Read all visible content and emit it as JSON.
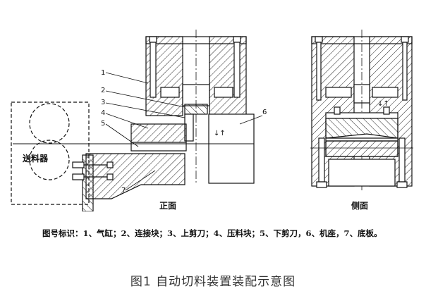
{
  "views": {
    "front": "正面",
    "side": "侧面"
  },
  "feeder_label": "送料器",
  "part_numbers": [
    "1",
    "2",
    "3",
    "4",
    "5",
    "6",
    "7"
  ],
  "direction_mark": "↓↑",
  "legend": "图号标识：1、气缸；2、连接块；3、上剪刀；4、压料块；5、下剪刀，6、机座，7、底板。",
  "caption": "图1 自动切料装置装配示意图"
}
